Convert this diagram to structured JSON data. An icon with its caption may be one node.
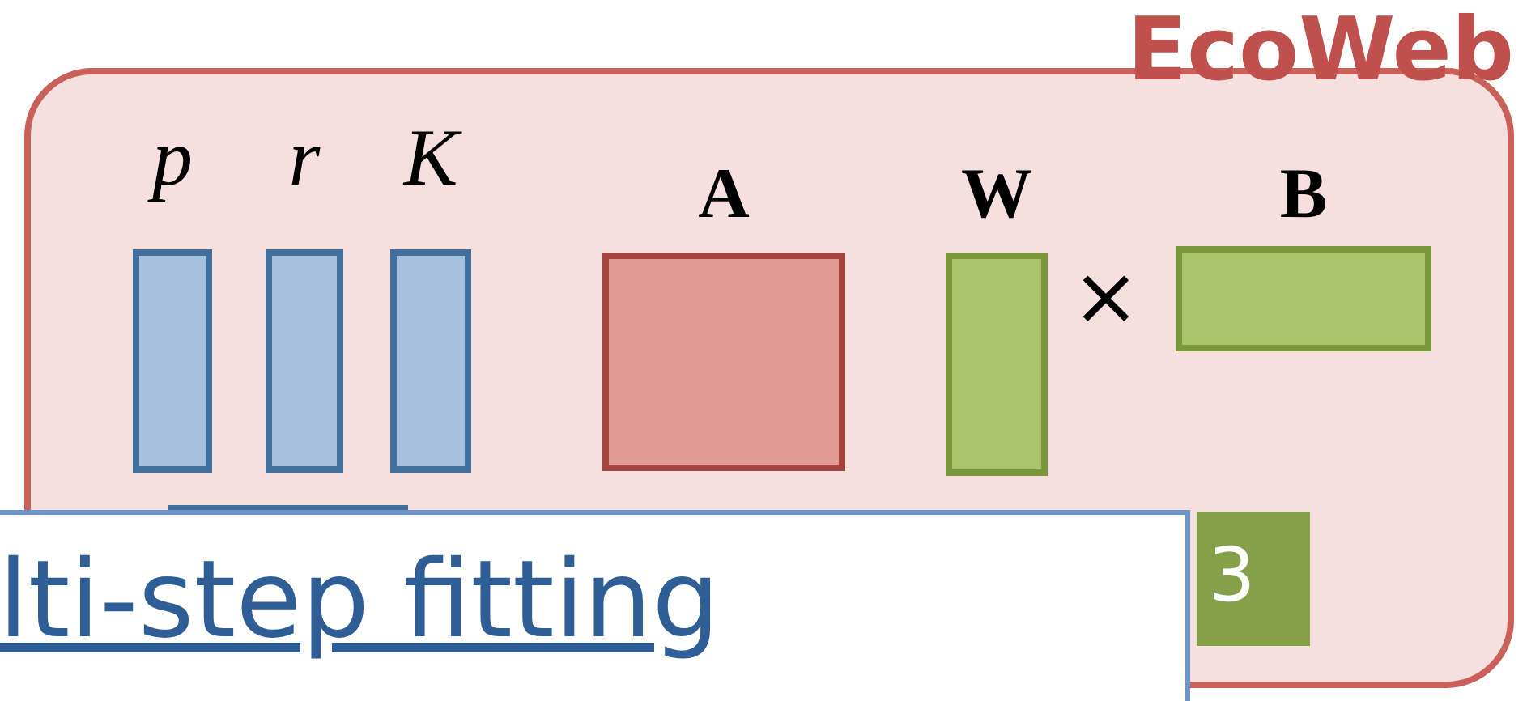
{
  "diagram": {
    "nodes": [
      {
        "text": [
          "EcoWeb"
        ]
      },
      {
        "text": [
          "p"
        ],
        "in": 0
      },
      {
        "text": [
          "r"
        ],
        "in": 0
      },
      {
        "text": [
          "K"
        ],
        "in": 0
      },
      {
        "text": [
          "A"
        ],
        "in": 0
      },
      {
        "text": [
          "W"
        ],
        "in": 0
      },
      {
        "text": [
          "B"
        ],
        "in": 0
      },
      {
        "text": [],
        "shape": "box",
        "in": 0
      },
      {
        "text": [
          "3"
        ],
        "in": 0
      },
      {
        "text": [
          "lti-step fitting"
        ]
      }
    ],
    "labels": [
      "×"
    ]
  }
}
